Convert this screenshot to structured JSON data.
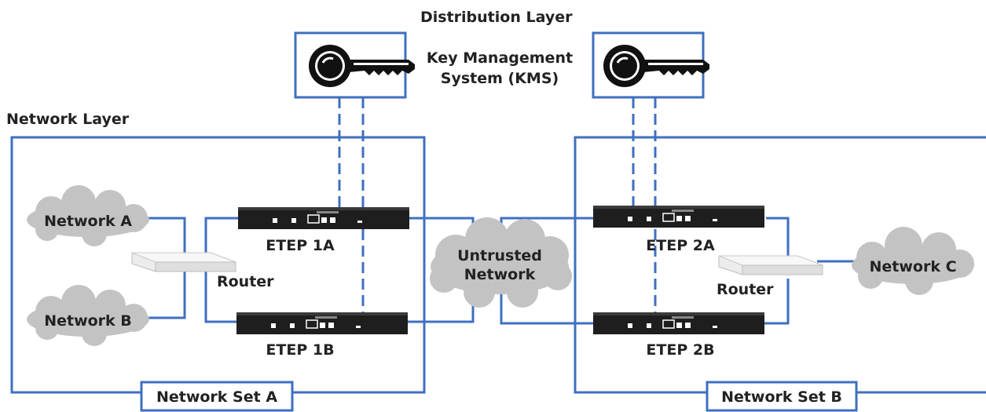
{
  "labels": {
    "distribution_layer": "Distribution Layer",
    "kms_line1": "Key Management",
    "kms_line2": "System (KMS)",
    "network_layer": "Network Layer",
    "network_set_a": "Network Set A",
    "network_set_b": "Network Set B"
  },
  "clouds": {
    "network_a": "Network A",
    "network_b": "Network B",
    "network_c": "Network C",
    "untrusted_line1": "Untrusted",
    "untrusted_line2": "Network"
  },
  "devices": {
    "etep_1a": "ETEP 1A",
    "etep_1b": "ETEP 1B",
    "etep_2a": "ETEP 2A",
    "etep_2b": "ETEP 2B",
    "router_left": "Router",
    "router_right": "Router"
  },
  "colors": {
    "link_blue": "#3f6fc0",
    "cloud_gray": "#c3c3c3",
    "device_dark": "#1e1e1e"
  },
  "icons": {
    "kms_left": "key-icon",
    "kms_right": "key-icon"
  }
}
